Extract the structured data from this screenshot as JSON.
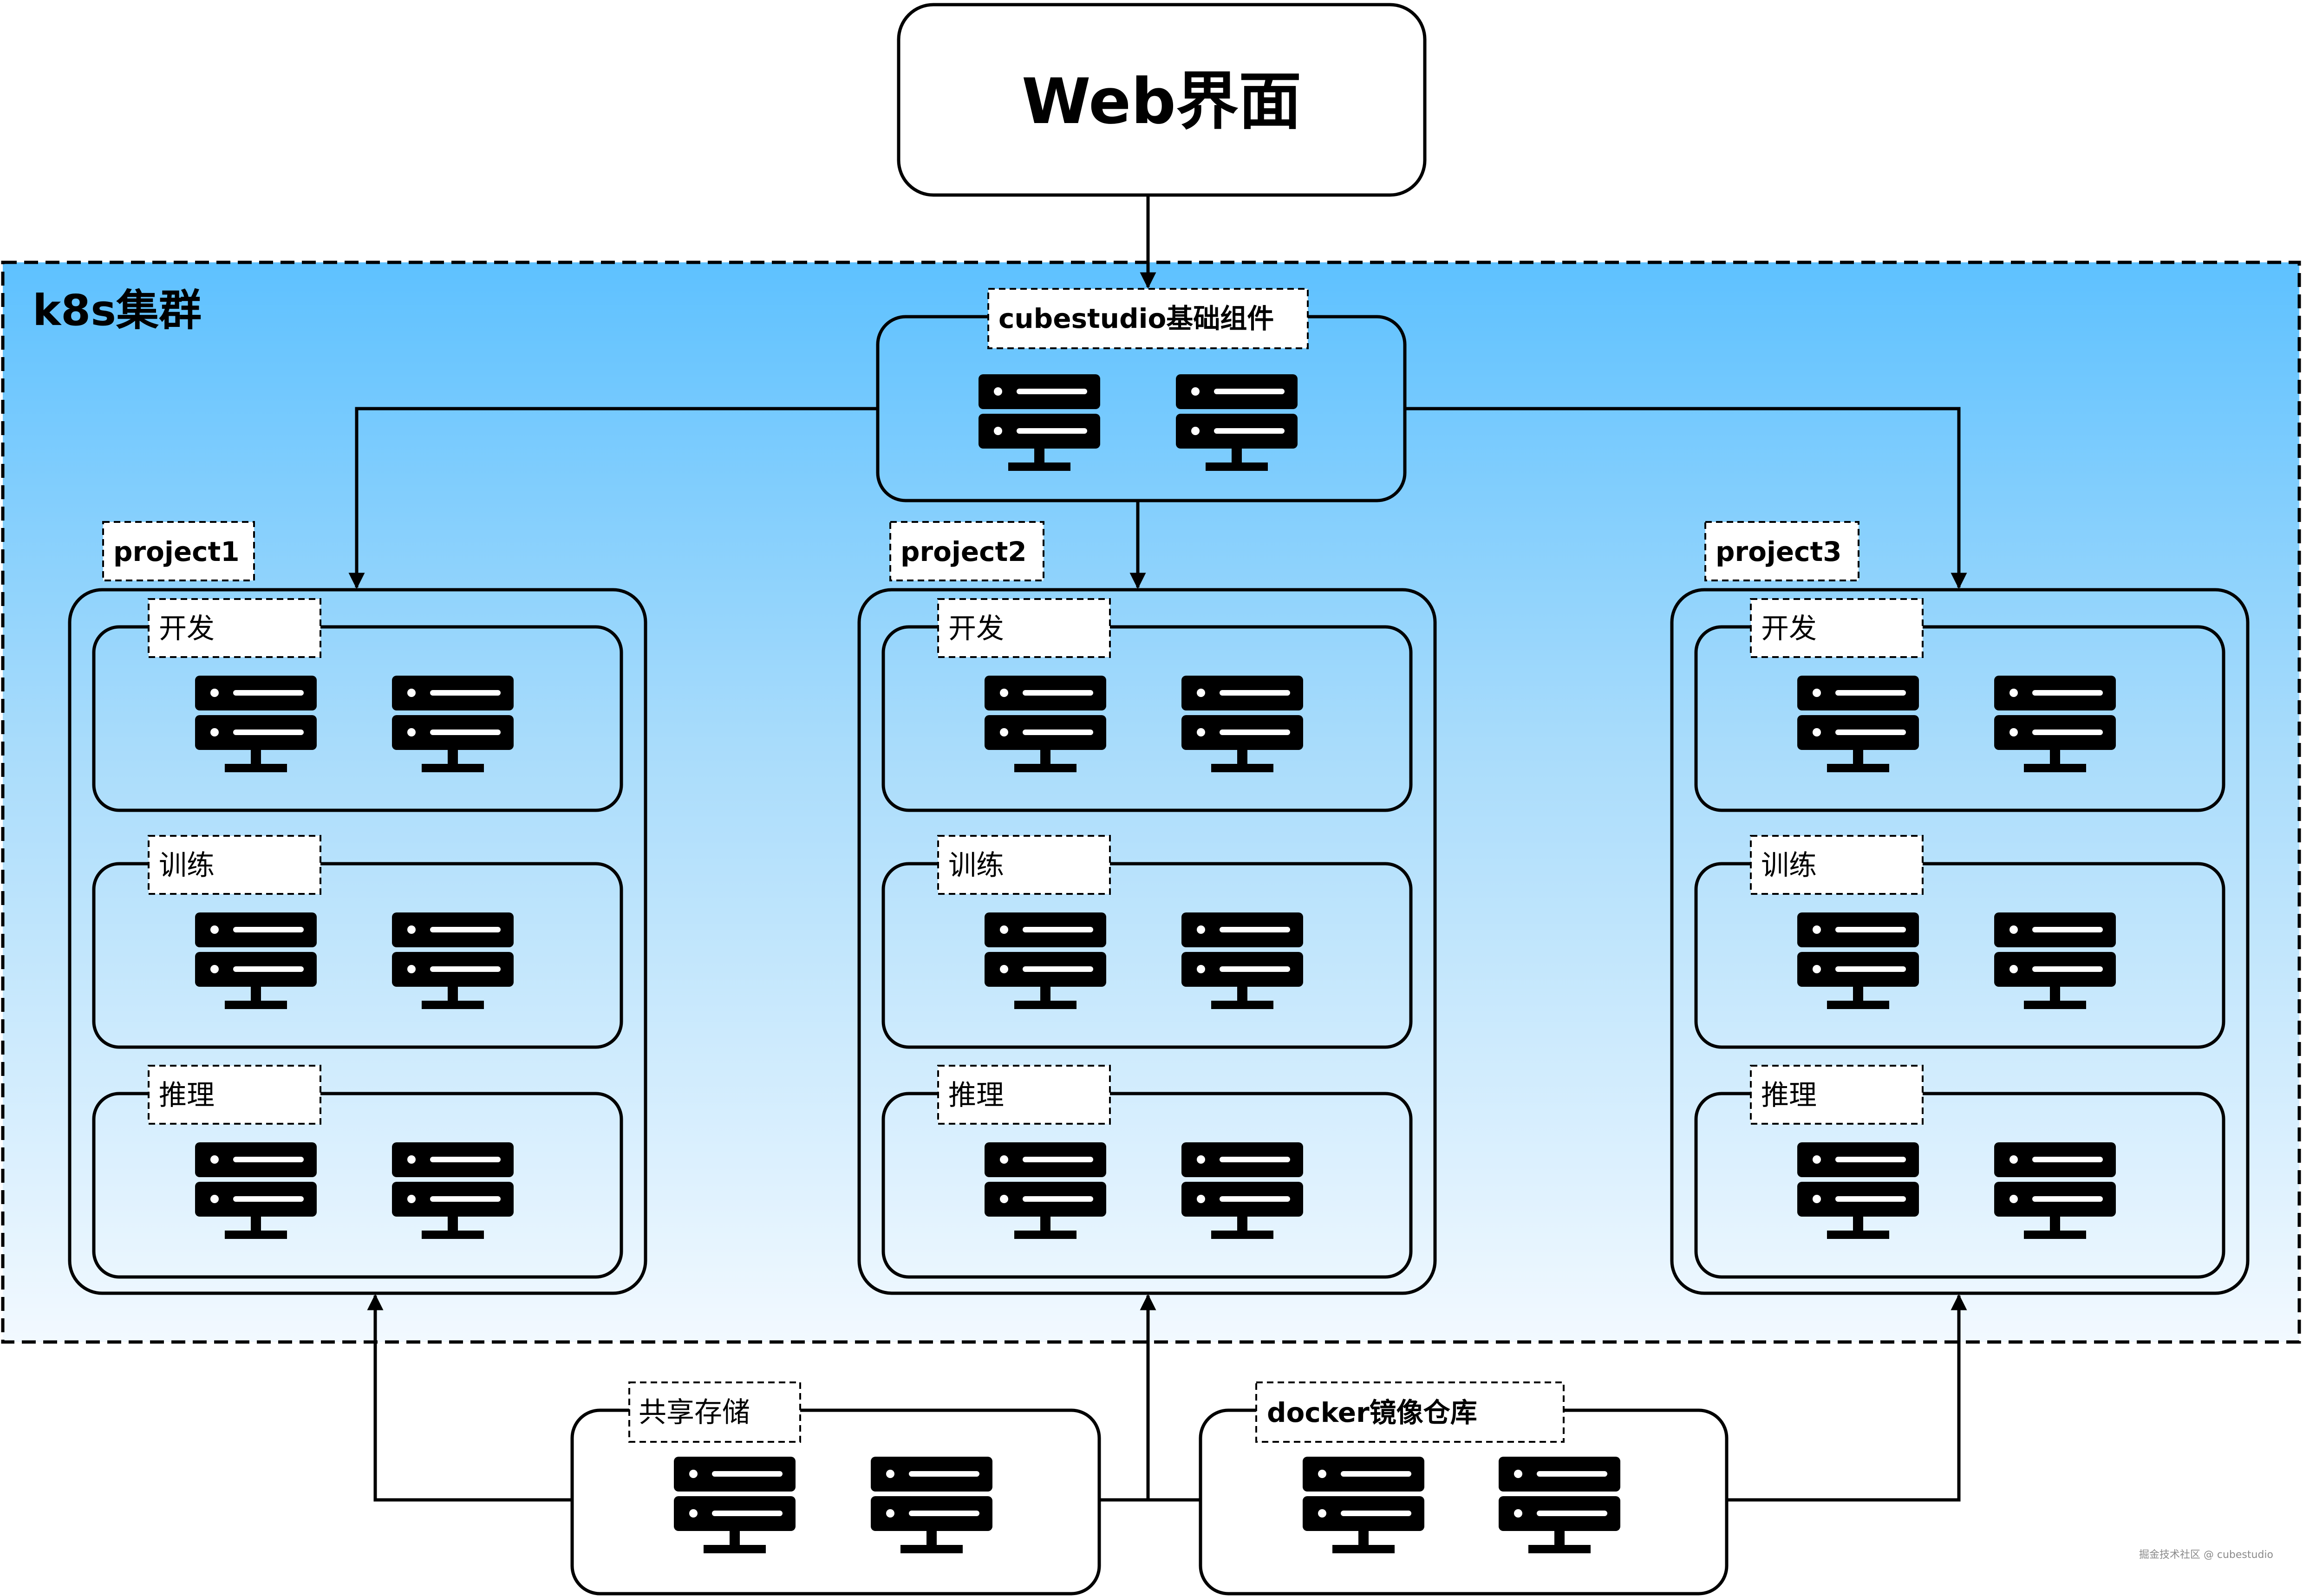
{
  "web": {
    "title": "Web界面"
  },
  "k8s": {
    "title": "k8s集群"
  },
  "base": {
    "label": "cubestudio基础组件"
  },
  "projects": [
    {
      "name": "project1",
      "groups": [
        {
          "label": "开发"
        },
        {
          "label": "训练"
        },
        {
          "label": "推理"
        }
      ]
    },
    {
      "name": "project2",
      "groups": [
        {
          "label": "开发"
        },
        {
          "label": "训练"
        },
        {
          "label": "推理"
        }
      ]
    },
    {
      "name": "project3",
      "groups": [
        {
          "label": "开发"
        },
        {
          "label": "训练"
        },
        {
          "label": "推理"
        }
      ]
    }
  ],
  "storage": {
    "label": "共享存储"
  },
  "registry": {
    "label": "docker镜像仓库"
  },
  "watermark": "掘金技术社区 @ cubestudio",
  "colors": {
    "cluster_top": "#5ec1ff",
    "cluster_bottom": "#f2f9ff",
    "box_stroke": "#000000",
    "label_fill": "#ffffff"
  },
  "icons": {
    "server": "server-icon"
  }
}
